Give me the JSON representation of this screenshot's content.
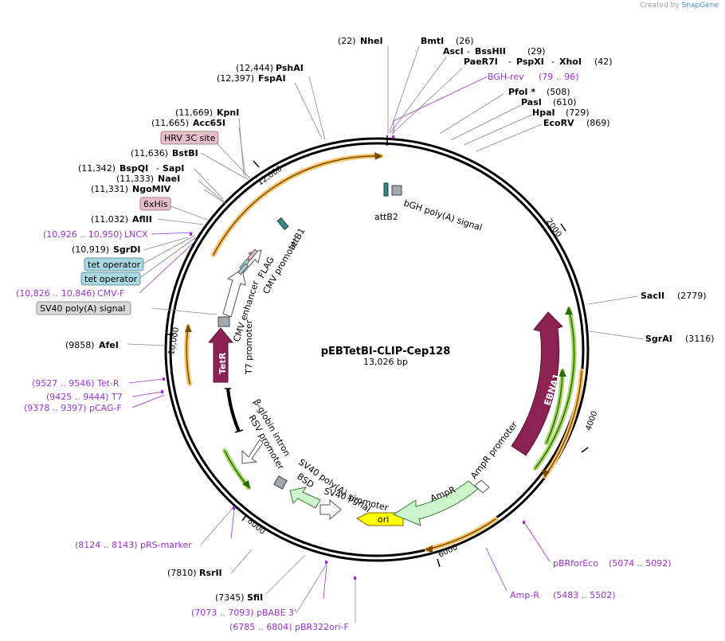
{
  "attribution": {
    "prefix": "Created by",
    "brand": "SnapGene"
  },
  "map": {
    "name": "pEBTetBI-CLIP-Cep128",
    "length": "13,026 bp"
  },
  "ticks": [
    "2000",
    "4000",
    "6000",
    "8000",
    "10,000",
    "12,000"
  ],
  "sites_right": [
    {
      "name": "NheI",
      "pos": "(22)"
    },
    {
      "name": "BmtI",
      "pos": "(26)"
    },
    {
      "name": "AscI",
      "name2": "BssHII",
      "pos": "(29)"
    },
    {
      "name": "PaeR7I",
      "name2": "PspXI",
      "name3": "XhoI",
      "pos": "(42)"
    },
    {
      "name": "PfoI *",
      "pos": "(508)"
    },
    {
      "name": "PasI",
      "pos": "(610)"
    },
    {
      "name": "HpaI",
      "pos": "(729)"
    },
    {
      "name": "EcoRV",
      "pos": "(869)"
    },
    {
      "name": "SacII",
      "pos": "(2779)"
    },
    {
      "name": "SgrAI",
      "pos": "(3116)"
    }
  ],
  "sites_left": [
    {
      "name": "PshAI",
      "pos": "(12,444)"
    },
    {
      "name": "FspAI",
      "pos": "(12,397)"
    },
    {
      "name": "KpnI",
      "pos": "(11,669)"
    },
    {
      "name": "Acc65I",
      "pos": "(11,665)"
    },
    {
      "name": "BstBI",
      "pos": "(11,636)"
    },
    {
      "name": "BspQI",
      "name2": "SapI",
      "pos": "(11,342)"
    },
    {
      "name": "NaeI",
      "pos": "(11,333)"
    },
    {
      "name": "NgoMIV",
      "pos": "(11,331)"
    },
    {
      "name": "AflII",
      "pos": "(11,032)"
    },
    {
      "name": "SgrDI",
      "pos": "(10,919)"
    },
    {
      "name": "AfeI",
      "pos": "(9858)"
    },
    {
      "name": "RsrII",
      "pos": "(7810)"
    },
    {
      "name": "SfiI",
      "pos": "(7345)"
    }
  ],
  "primers": [
    {
      "name": "BGH-rev",
      "range": "(79 .. 96)"
    },
    {
      "name": "LNCX",
      "range": "(10,926 .. 10,950)"
    },
    {
      "name": "CMV-F",
      "range": "(10,826 .. 10,846)"
    },
    {
      "name": "Tet-R",
      "range": "(9527 .. 9546)"
    },
    {
      "name": "T7",
      "range": "(9425 .. 9444)"
    },
    {
      "name": "pCAG-F",
      "range": "(9378 .. 9397)"
    },
    {
      "name": "pRS-marker",
      "range": "(8124 .. 8143)"
    },
    {
      "name": "pBABE 3'",
      "range": "(7073 .. 7093)"
    },
    {
      "name": "pBR322ori-F",
      "range": "(6785 .. 6804)"
    },
    {
      "name": "Amp-R",
      "range": "(5483 .. 5502)"
    },
    {
      "name": "pBRforEco",
      "range": "(5074 .. 5092)"
    }
  ],
  "boxed_labels": [
    {
      "text": "HRV 3C site"
    },
    {
      "text": "6xHis"
    },
    {
      "text": "tet operator"
    },
    {
      "text": "tet operator"
    },
    {
      "text": "SV40 poly(A) signal"
    }
  ],
  "features": {
    "bgh": "bGH poly(A) signal",
    "attB2": "attB2",
    "attB1": "attB1",
    "flag": "FLAG",
    "cmv_promoter": "CMV promoter",
    "cmv_enhancer": "CMV enhancer",
    "t7_promoter": "T7 promoter",
    "tetr": "TetR",
    "bglobin": "β-globin intron",
    "rsv": "RSV promoter",
    "sv40polya": "SV40 poly(A) signal",
    "bsd": "BSD",
    "sv40promoter": "SV40 promoter",
    "ori": "ori",
    "ampr": "AmpR",
    "ampr_promoter": "AmpR promoter",
    "ebna1": "EBNA1"
  },
  "colors": {
    "primer": "#9b30d9",
    "ebna1": "#8b2252",
    "tetr": "#8b2252",
    "ori": "#ffff00",
    "resistance": "#ccf5cc",
    "orf_orange": "#f7c46c",
    "orf_green": "#a6d96a",
    "boxed_pink": "#e8bfc8",
    "boxed_blue": "#a8d8e0",
    "boxed_grey": "#d9d9d9"
  }
}
